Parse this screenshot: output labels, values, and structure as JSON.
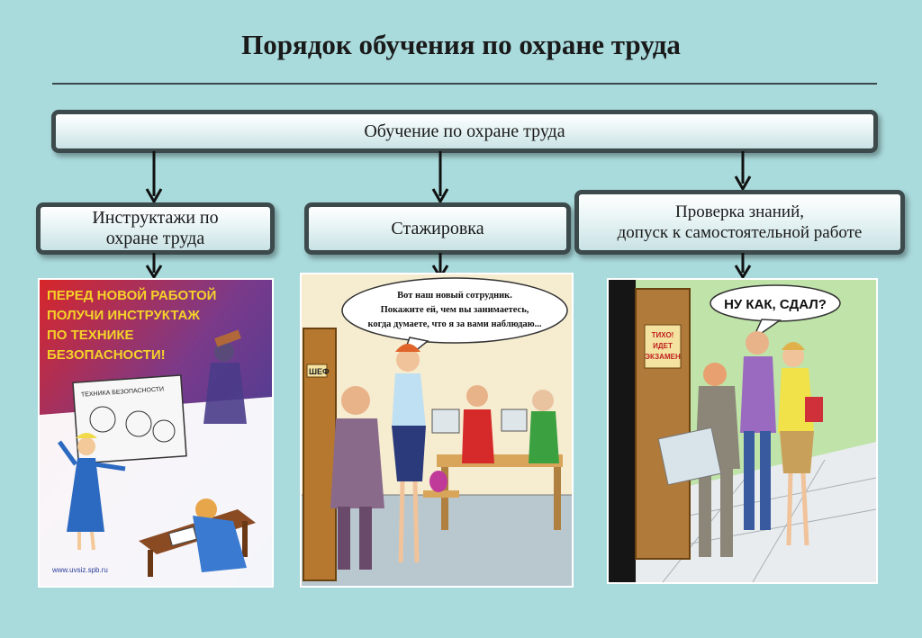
{
  "title": "Порядок обучения по охране труда",
  "root": {
    "label": "Обучение по охране труда"
  },
  "children": [
    {
      "label": "Инструктажи по\nохране труда"
    },
    {
      "label": "Стажировка"
    },
    {
      "label": "Проверка знаний,\nдопуск к самостоятельной работе"
    }
  ],
  "images": {
    "poster": {
      "text": [
        "ПЕРЕД НОВОЙ РАБОТОЙ",
        "ПОЛУЧИ ИНСТРУКТАЖ",
        "ПО ТЕХНИКЕ",
        "БЕЗОПАСНОСТИ!"
      ],
      "board_caption": "ТЕХНИКА БЕЗОПАСНОСТИ",
      "footer": "www.uvsiz.spb.ru"
    },
    "office": {
      "speech": [
        "Вот наш новый сотрудник.",
        "Покажите ей, чем вы занимаетесь,",
        "когда думаете, что я за вами наблюдаю..."
      ],
      "door_sign": "ШЕФ"
    },
    "exam": {
      "speech": "НУ КАК, СДАЛ?",
      "door_sign": [
        "ТИХО!",
        "ИДЕТ",
        "ЭКЗАМЕН"
      ]
    }
  },
  "colors": {
    "background": "#a9dadc",
    "box_border": "#3c4a4c",
    "poster_text": "#f4d22a"
  }
}
